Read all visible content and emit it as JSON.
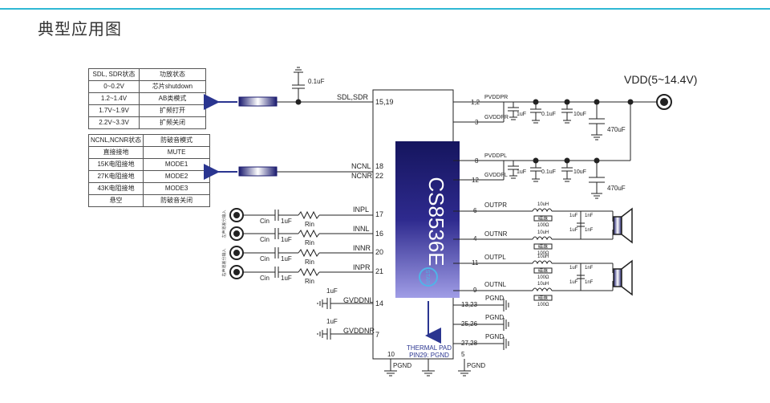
{
  "page": {
    "title": "典型应用图"
  },
  "table1": {
    "headers": [
      "SDL, SDR状态",
      "功放状态"
    ],
    "rows": [
      [
        "0~0.2V",
        "芯片shutdown"
      ],
      [
        "1.2~1.4V",
        "AB类模式"
      ],
      [
        "1.7V~1.9V",
        "扩频打开"
      ],
      [
        "2.2V~3.3V",
        "扩频关闭"
      ]
    ]
  },
  "table2": {
    "headers": [
      "NCNL,NCNR状态",
      "防破音模式"
    ],
    "rows": [
      [
        "直接接地",
        "MUTE"
      ],
      [
        "15K电阻接地",
        "MODE1"
      ],
      [
        "27K电阻接地",
        "MODE2"
      ],
      [
        "43K电阻接地",
        "MODE3"
      ],
      [
        "悬空",
        "防破音关闭"
      ]
    ]
  },
  "chip": {
    "name": "CS8536E",
    "logo": "STAR",
    "thermal_pad": "THERMAL PAD",
    "thermal_pin": "PIN29: PGND"
  },
  "pins_left": {
    "sdl_sdr": {
      "name": "SDL,SDR",
      "num": "15,19"
    },
    "ncnl": {
      "name": "NCNL",
      "num": "18"
    },
    "ncnr": {
      "name": "NCNR",
      "num": "22"
    },
    "inpl": {
      "name": "INPL",
      "num": "17"
    },
    "innl": {
      "name": "INNL",
      "num": "16"
    },
    "innr": {
      "name": "INNR",
      "num": "20"
    },
    "inpr": {
      "name": "INPR",
      "num": "21"
    },
    "gvddnl": {
      "name": "GVDDNL",
      "num": "14"
    },
    "gvddnr": {
      "name": "GVDDNR",
      "num": "7"
    }
  },
  "pins_right": {
    "pvddpr": {
      "name": "PVDDPR",
      "num": "1,2"
    },
    "gvddpr": {
      "name": "GVDDPR",
      "num": "3"
    },
    "pvddpl": {
      "name": "PVDDPL",
      "num": "8"
    },
    "gvddpl": {
      "name": "GVDDPL",
      "num": "12"
    },
    "outpr": {
      "name": "OUTPR",
      "num": "6"
    },
    "outnr": {
      "name": "OUTNR",
      "num": "4"
    },
    "outpl": {
      "name": "OUTPL",
      "num": "11"
    },
    "outnl": {
      "name": "OUTNL",
      "num": "9"
    },
    "pgnd1": {
      "name": "PGND",
      "num": "13,23"
    },
    "pgnd2": {
      "name": "PGND",
      "num": "25,26"
    },
    "pgnd3": {
      "name": "PGND",
      "num": "27,28"
    }
  },
  "pins_bottom": {
    "p10": {
      "name": "PGND",
      "num": "10"
    },
    "p5": {
      "name": "PGND",
      "num": "5"
    }
  },
  "supply": {
    "label": "VDD(5~14.4V)"
  },
  "components": {
    "c_top": "0.1uF",
    "c_small": "1uF",
    "c_mid": "0.1uF",
    "c_10u": "10uF",
    "c_470": "470uF",
    "cin": "Cin",
    "cin_val": "1uF",
    "rin": "Rin",
    "gvdd_cap": "1uF",
    "inductor": "10uH",
    "bead": "磁珠",
    "bead_r": "100Ω",
    "c_1nf": "1nF",
    "c_out": "1uF"
  },
  "inputs": {
    "left_label": "左声道差分输入",
    "right_label": "右声道差分输入"
  },
  "colors": {
    "accent": "#2fb8d4",
    "chip_dark": "#1a1a6e",
    "chip_light": "#9a98e0",
    "arrow": "#2a3590"
  }
}
